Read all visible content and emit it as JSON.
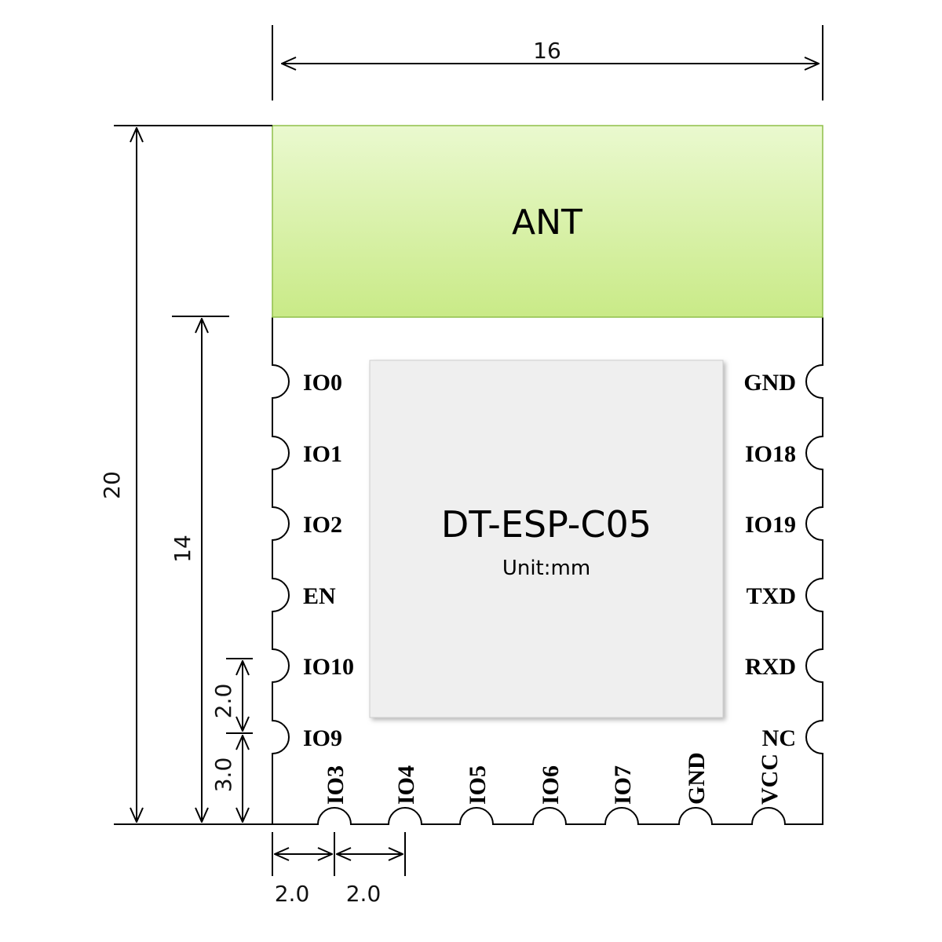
{
  "module": {
    "antenna_label": "ANT",
    "chip_name": "DT-ESP-C05",
    "unit_label": "Unit:mm",
    "antenna_color": "#d4ef9c",
    "chip_color": "#efefef"
  },
  "dimensions": {
    "width": "16",
    "height_total": "20",
    "height_pins": "14",
    "pin_pitch_vertical": "2.0",
    "pin_offset_bottom": "3.0",
    "pin_offset_left": "2.0",
    "pin_pitch_horizontal": "2.0"
  },
  "pins": {
    "left": [
      "IO0",
      "IO1",
      "IO2",
      "EN",
      "IO10",
      "IO9"
    ],
    "right": [
      "GND",
      "IO18",
      "IO19",
      "TXD",
      "RXD",
      "NC"
    ],
    "bottom": [
      "IO3",
      "IO4",
      "IO5",
      "IO6",
      "IO7",
      "GND",
      "VCC"
    ]
  }
}
